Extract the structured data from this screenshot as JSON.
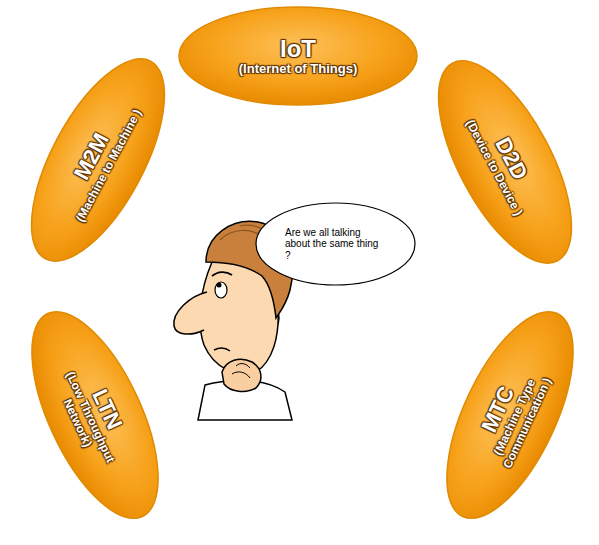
{
  "diagram": {
    "nodes": [
      {
        "text": [
          "IoT",
          "(Internet of Things)"
        ]
      },
      {
        "text": [
          "M2M",
          "(Machine to Machine )"
        ]
      },
      {
        "text": [
          "D2D",
          "(Device to Device )"
        ]
      },
      {
        "text": [
          "Are we all talking about the same thing ?"
        ]
      },
      {
        "text": [
          "LTN",
          "(Low Throughput Network)"
        ]
      },
      {
        "text": [
          "MTC",
          "(Machine Type Communication )"
        ]
      }
    ]
  }
}
